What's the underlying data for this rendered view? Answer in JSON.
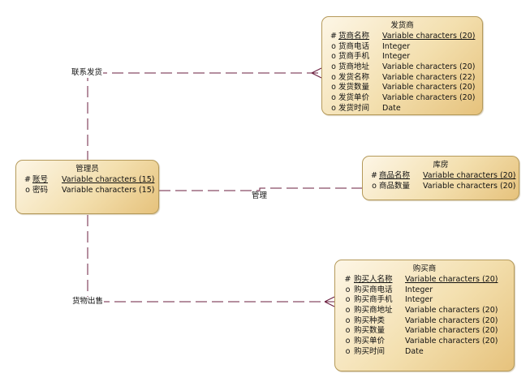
{
  "entities": {
    "supplier": {
      "title": "发货商",
      "attributes": [
        {
          "mark": "#",
          "name": "货商名称",
          "type": "Variable characters (20)"
        },
        {
          "mark": "o",
          "name": "货商电话",
          "type": "Integer"
        },
        {
          "mark": "o",
          "name": "货商手机",
          "type": "Integer"
        },
        {
          "mark": "o",
          "name": "货商地址",
          "type": "Variable characters (20)"
        },
        {
          "mark": "o",
          "name": "发货名称",
          "type": "Variable characters (22)"
        },
        {
          "mark": "o",
          "name": "发货数量",
          "type": "Variable characters (20)"
        },
        {
          "mark": "o",
          "name": "发货单价",
          "type": "Variable characters (20)"
        },
        {
          "mark": "o",
          "name": "发货时间",
          "type": "Date"
        }
      ]
    },
    "admin": {
      "title": "管理员",
      "attributes": [
        {
          "mark": "#",
          "name": "账号",
          "type": "Variable characters (15)"
        },
        {
          "mark": "o",
          "name": "密码",
          "type": "Variable characters (15)"
        }
      ]
    },
    "warehouse": {
      "title": "库房",
      "attributes": [
        {
          "mark": "#",
          "name": "商品名称",
          "type": "Variable characters (20)"
        },
        {
          "mark": "o",
          "name": "商品数量",
          "type": "Variable characters (20)"
        }
      ]
    },
    "buyer": {
      "title": "购买商",
      "attributes": [
        {
          "mark": "#",
          "name": "购买人名称",
          "type": "Variable characters (20)"
        },
        {
          "mark": "o",
          "name": "购买商电话",
          "type": "Integer"
        },
        {
          "mark": "o",
          "name": "购买商手机",
          "type": "Integer"
        },
        {
          "mark": "o",
          "name": "购买商地址",
          "type": "Variable characters (20)"
        },
        {
          "mark": "o",
          "name": "购买种类",
          "type": "Variable characters (20)"
        },
        {
          "mark": "o",
          "name": "购买数量",
          "type": "Variable characters (20)"
        },
        {
          "mark": "o",
          "name": "购买单价",
          "type": "Variable characters (20)"
        },
        {
          "mark": "o",
          "name": "购买时间",
          "type": "Date"
        }
      ]
    }
  },
  "relationships": {
    "contact_shipping": "联系发货",
    "manage": "管理",
    "goods_sale": "货物出售"
  },
  "colors": {
    "entity_border": "#b59a5a",
    "link_line": "#6b1f3f"
  }
}
